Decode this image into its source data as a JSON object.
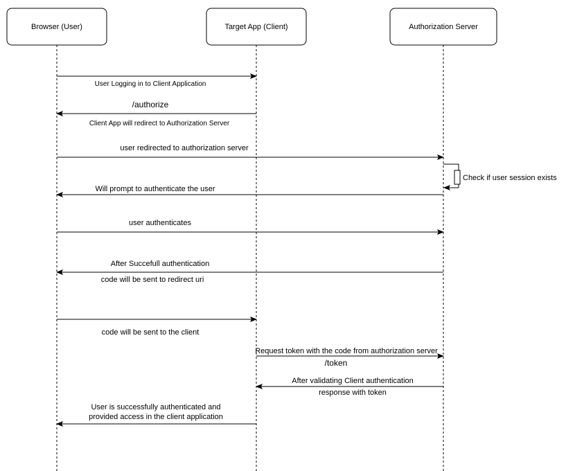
{
  "actors": [
    {
      "id": "browser",
      "label": "Browser (User)"
    },
    {
      "id": "client",
      "label": "Target App (Client)"
    },
    {
      "id": "authserver",
      "label": "Authorization Server"
    }
  ],
  "messages": [
    {
      "id": "m1",
      "from": "browser",
      "to": "client",
      "labels": [
        "User Logging in to Client Application"
      ]
    },
    {
      "id": "m2",
      "from": "client",
      "to": "browser",
      "labels": [
        "/authorize",
        "Client App will redirect to Authorization Server"
      ]
    },
    {
      "id": "m3",
      "from": "browser",
      "to": "authserver",
      "labels": [
        "user redirected to authorization server"
      ]
    },
    {
      "id": "m4",
      "from": "authserver",
      "to": "authserver",
      "labels": [
        "Check if user session exists"
      ]
    },
    {
      "id": "m5",
      "from": "authserver",
      "to": "browser",
      "labels": [
        "Will prompt to authenticate the user"
      ]
    },
    {
      "id": "m6",
      "from": "browser",
      "to": "authserver",
      "labels": [
        "user authenticates"
      ]
    },
    {
      "id": "m7",
      "from": "authserver",
      "to": "browser",
      "labels": [
        "After Succefull authentication",
        "code will be sent to redirect uri"
      ]
    },
    {
      "id": "m8",
      "from": "browser",
      "to": "client",
      "labels": [
        "code will be sent to the client"
      ]
    },
    {
      "id": "m9",
      "from": "client",
      "to": "authserver",
      "labels": [
        "Request token with the code from authorization server",
        "/token"
      ]
    },
    {
      "id": "m10",
      "from": "authserver",
      "to": "client",
      "labels": [
        "After validating Client authentication",
        "response with token"
      ]
    },
    {
      "id": "m11",
      "from": "client",
      "to": "browser",
      "labels": [
        "User is successfully authenticated and",
        "provided access in the client application"
      ]
    }
  ],
  "colors": {
    "line": "#000000",
    "background": "#ffffff"
  }
}
